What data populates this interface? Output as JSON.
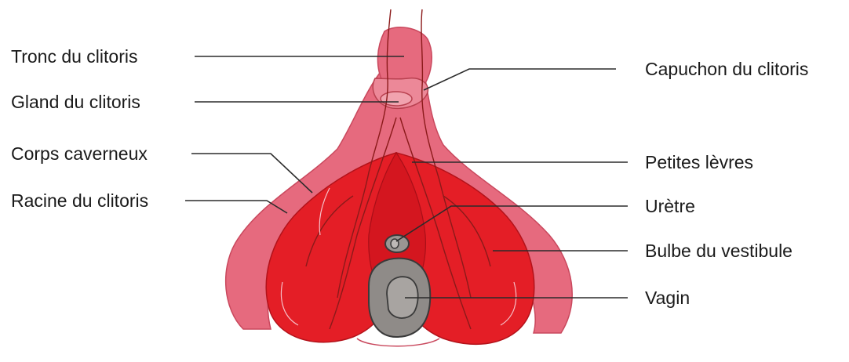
{
  "labels": {
    "tronc": "Tronc du clitoris",
    "gland": "Gland du clitoris",
    "corps": "Corps caverneux",
    "racine": "Racine du clitoris",
    "capuchon": "Capuchon du clitoris",
    "petites_levres": "Petites lèvres",
    "uretre": "Urètre",
    "bulbe": "Bulbe du vestibule",
    "vagin": "Vagin"
  },
  "colors": {
    "pink": "#e66a7e",
    "red": "#e41e26",
    "dark_red": "#a80f18",
    "vessel": "#8b1a1a",
    "grey": "#8f8b88",
    "grey_dark": "#3a3a3a",
    "leader": "#2b2b2b"
  }
}
